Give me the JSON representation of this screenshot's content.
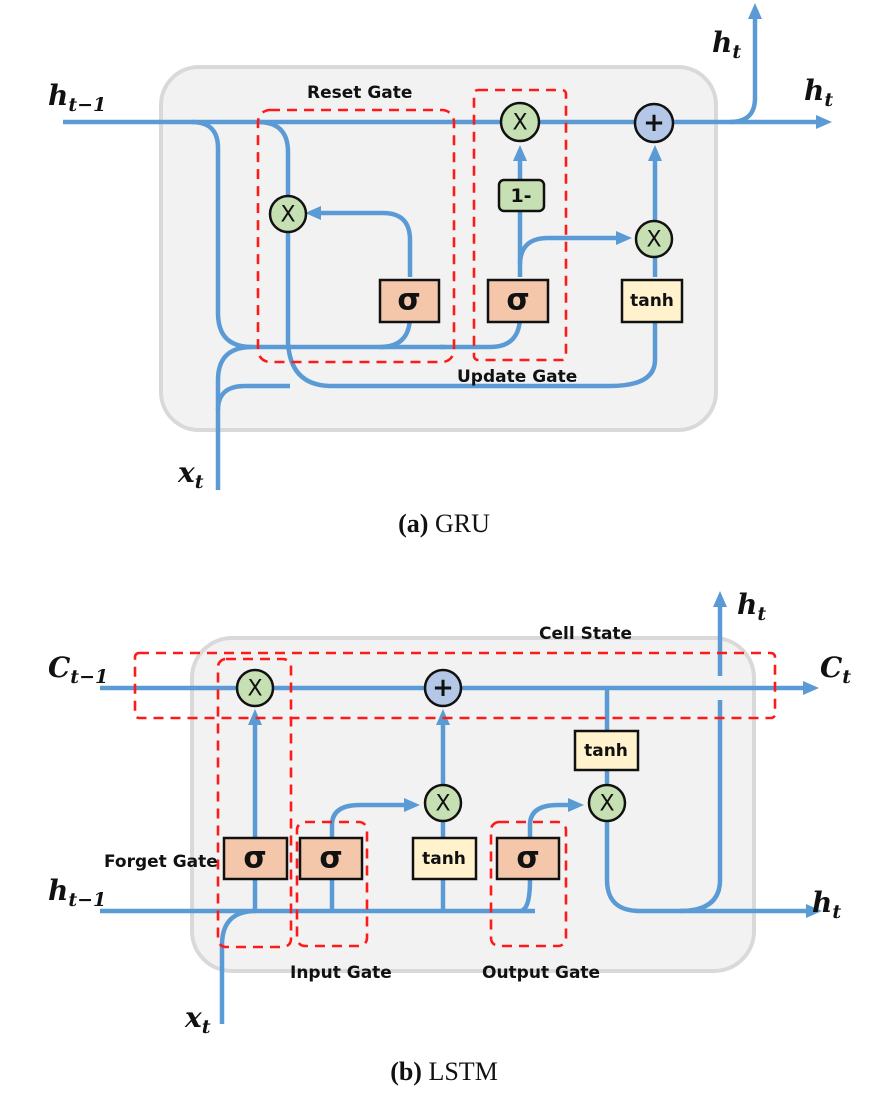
{
  "gru": {
    "caption_letter": "(a)",
    "caption_text": " GRU",
    "labels": {
      "reset_gate": "Reset Gate",
      "update_gate": "Update Gate"
    },
    "vars": {
      "h_prev": "h",
      "h_prev_sub": "t−1",
      "h_out_top": "h",
      "h_out_top_sub": "t",
      "h_out_right": "h",
      "h_out_right_sub": "t",
      "x_in": "x",
      "x_in_sub": "t"
    },
    "ops": {
      "multiply": "X",
      "add": "+",
      "one_minus": "1-",
      "sigmoid": "σ",
      "tanh": "tanh"
    }
  },
  "lstm": {
    "caption_letter": "(b)",
    "caption_text": " LSTM",
    "labels": {
      "cell_state": "Cell State",
      "forget_gate": "Forget Gate",
      "input_gate": "Input Gate",
      "output_gate": "Output Gate"
    },
    "vars": {
      "c_prev": "C",
      "c_prev_sub": "t−1",
      "c_out": "C",
      "c_out_sub": "t",
      "h_prev": "h",
      "h_prev_sub": "t−1",
      "h_out_top": "h",
      "h_out_top_sub": "t",
      "h_out_right": "h",
      "h_out_right_sub": "t",
      "x_in": "x",
      "x_in_sub": "t"
    },
    "ops": {
      "multiply": "X",
      "add": "+",
      "sigmoid": "σ",
      "tanh": "tanh"
    }
  },
  "colors": {
    "wire": "#5b9bd5",
    "gate_outline": "#ff1a1a",
    "cell_bg": "#f2f2f2",
    "multiply_fill": "#c6e0b4",
    "add_fill": "#b4c7e7",
    "sigmoid_fill": "#f4c7ab",
    "tanh_fill": "#fff2cc"
  }
}
